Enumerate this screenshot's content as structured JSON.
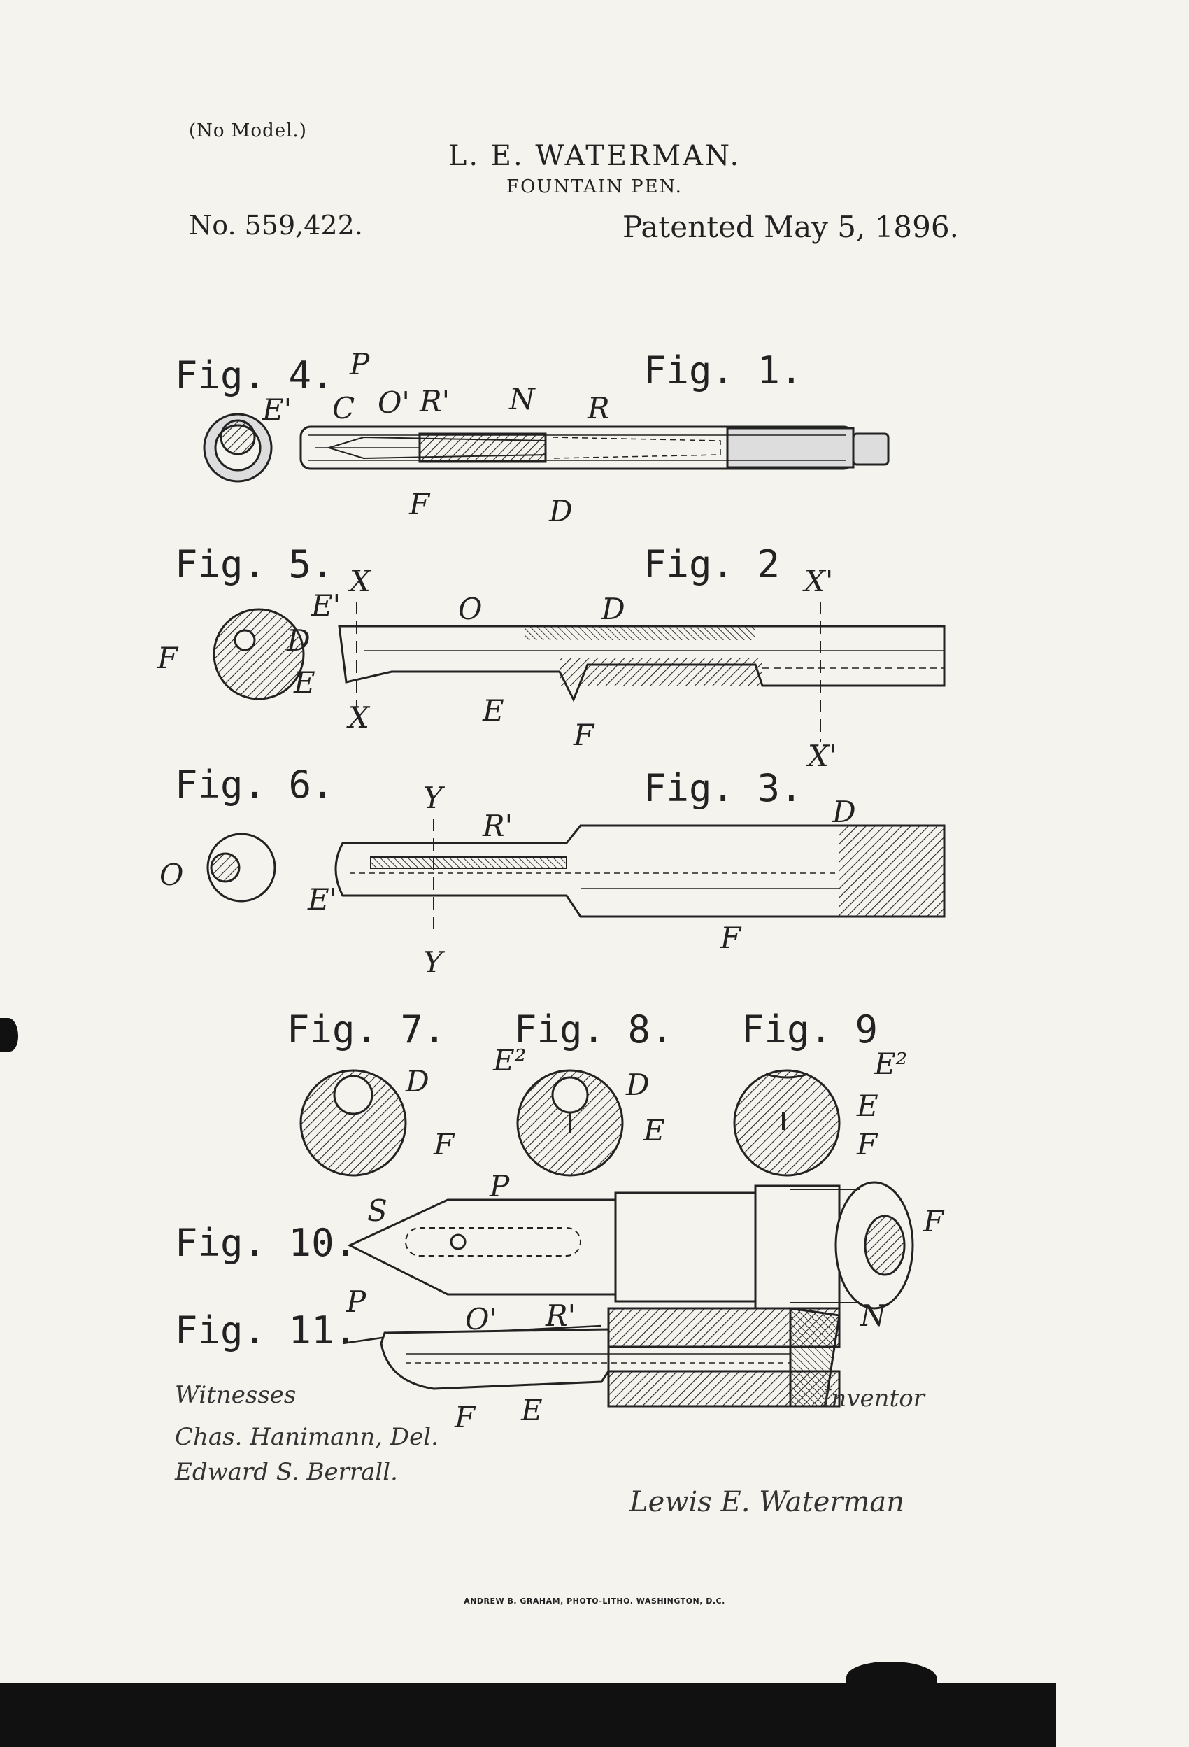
{
  "header": {
    "no_model": "(No Model.)",
    "inventor": "L. E. WATERMAN.",
    "subject": "FOUNTAIN PEN.",
    "patent_number": "No. 559,422.",
    "patent_date": "Patented May 5, 1896."
  },
  "figures": {
    "fig1": "Fig. 1.",
    "fig2": "Fig. 2",
    "fig3": "Fig. 3.",
    "fig4": "Fig. 4.",
    "fig5": "Fig. 5.",
    "fig6": "Fig. 6.",
    "fig7": "Fig. 7.",
    "fig8": "Fig. 8.",
    "fig9": "Fig. 9",
    "fig10": "Fig. 10.",
    "fig11": "Fig. 11."
  },
  "parts": {
    "P": "P",
    "C": "C",
    "O1": "O'",
    "R1": "R'",
    "N": "N",
    "R": "R",
    "F": "F",
    "D": "D",
    "E1": "E'",
    "E": "E",
    "E2": "E²",
    "O": "O",
    "X": "X",
    "X1": "X'",
    "Y": "Y",
    "S": "S"
  },
  "signatures": {
    "witnesses_label": "Witnesses",
    "witness_1": "Chas. Hanimann, Del.",
    "witness_2": "Edward S. Berrall.",
    "inventor_label": "Inventor",
    "inventor_signature": "Lewis E. Waterman"
  },
  "printer": "ANDREW B. GRAHAM, PHOTO-LITHO. WASHINGTON, D.C."
}
